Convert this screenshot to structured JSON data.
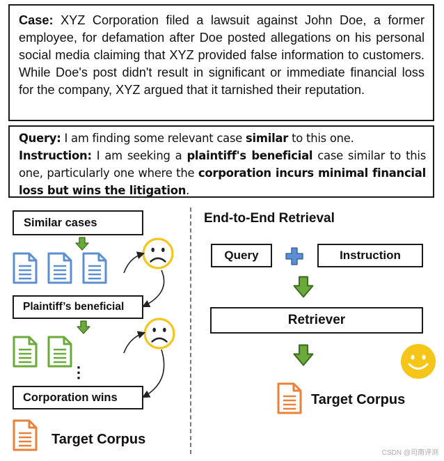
{
  "case": {
    "label": "Case:",
    "text": " XYZ Corporation filed a lawsuit against John Doe, a former employee, for defamation after Doe posted allegations on his personal social media claiming that XYZ provided false information to customers. While Doe's post didn't result in significant or immediate financial loss for the company, XYZ argued that it tarnished their reputation."
  },
  "query": {
    "label": "Query:",
    "text_before": " I am finding some relevant case ",
    "emph": "similar",
    "text_after": " to this one."
  },
  "instruction": {
    "label": "Instruction:",
    "t1": " I am seeking a ",
    "b1": "plaintiff's beneficial",
    "t2": " case similar to this one, particularly one where the ",
    "b2": "corporation incurs minimal financial loss but wins the litigation",
    "t3": "."
  },
  "left_flow": {
    "step1": "Similar cases",
    "step2": "Plaintiff’s beneficial",
    "ellipsis": "⋮",
    "step3": "Corporation wins",
    "corpus_label": "Target Corpus"
  },
  "right_flow": {
    "title": "End-to-End Retrieval",
    "query_box": "Query",
    "instruction_box": "Instruction",
    "retriever": "Retriever",
    "corpus_label": "Target Corpus"
  },
  "colors": {
    "doc_blue": "#5b8fd1",
    "doc_green": "#6aaa3a",
    "doc_orange": "#e8823a",
    "arrow_green": "#6aaa3a",
    "plus_blue": "#5b8fd1",
    "face_yellow": "#f5c518"
  },
  "watermark": "CSDN @司南评测"
}
